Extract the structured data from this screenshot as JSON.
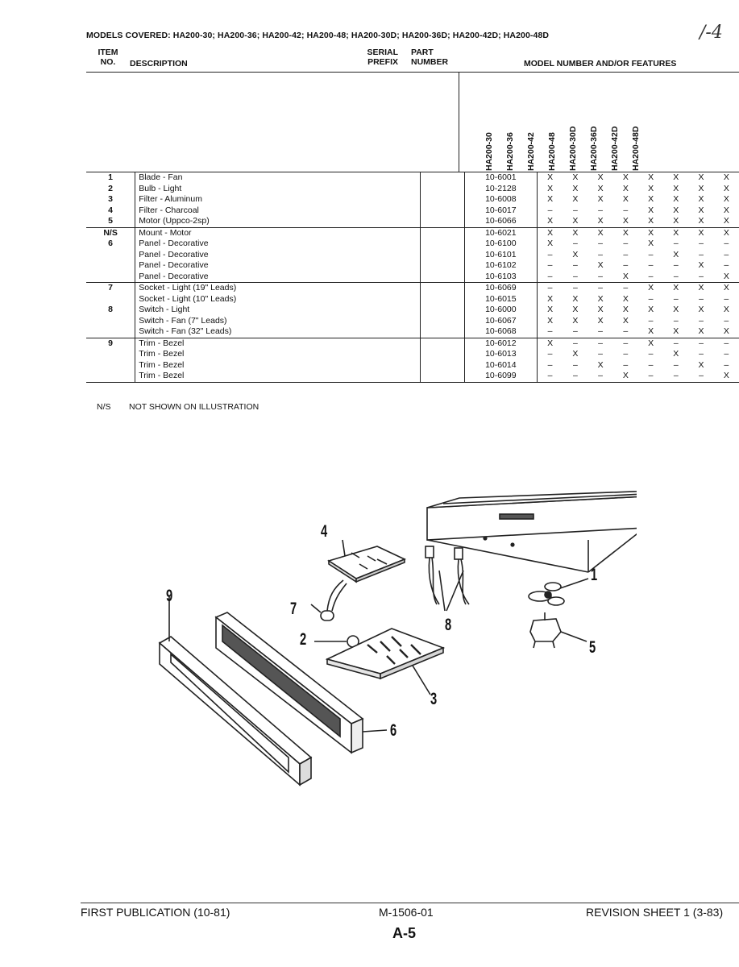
{
  "corner_mark": "/-4",
  "models_covered": "MODELS COVERED: HA200-30; HA200-36; HA200-42; HA200-48; HA200-30D; HA200-36D; HA200-42D; HA200-48D",
  "headers": {
    "item_line1": "ITEM",
    "item_line2": "NO.",
    "description": "DESCRIPTION",
    "serial_line1": "SERIAL",
    "serial_line2": "PREFIX",
    "part_line1": "PART",
    "part_line2": "NUMBER",
    "model": "MODEL NUMBER AND/OR FEATURES"
  },
  "model_columns": [
    "HA200-30",
    "HA200-36",
    "HA200-42",
    "HA200-48",
    "HA200-30D",
    "HA200-36D",
    "HA200-42D",
    "HA200-48D"
  ],
  "groups": [
    [
      {
        "item": "1",
        "desc": "Blade - Fan",
        "part": "10-6001",
        "m": [
          "X",
          "X",
          "X",
          "X",
          "X",
          "X",
          "X",
          "X"
        ]
      },
      {
        "item": "2",
        "desc": "Bulb - Light",
        "part": "10-2128",
        "m": [
          "X",
          "X",
          "X",
          "X",
          "X",
          "X",
          "X",
          "X"
        ]
      },
      {
        "item": "3",
        "desc": "Filter - Aluminum",
        "part": "10-6008",
        "m": [
          "X",
          "X",
          "X",
          "X",
          "X",
          "X",
          "X",
          "X"
        ]
      },
      {
        "item": "4",
        "desc": "Filter - Charcoal",
        "part": "10-6017",
        "m": [
          "–",
          "–",
          "–",
          "–",
          "X",
          "X",
          "X",
          "X"
        ]
      },
      {
        "item": "5",
        "desc": "Motor (Uppco-2sp)",
        "part": "10-6066",
        "m": [
          "X",
          "X",
          "X",
          "X",
          "X",
          "X",
          "X",
          "X"
        ]
      }
    ],
    [
      {
        "item": "N/S",
        "desc": "Mount - Motor",
        "part": "10-6021",
        "m": [
          "X",
          "X",
          "X",
          "X",
          "X",
          "X",
          "X",
          "X"
        ]
      },
      {
        "item": "6",
        "desc": "Panel - Decorative",
        "part": "10-6100",
        "m": [
          "X",
          "–",
          "–",
          "–",
          "X",
          "–",
          "–",
          "–"
        ]
      },
      {
        "item": "",
        "desc": "Panel - Decorative",
        "part": "10-6101",
        "m": [
          "–",
          "X",
          "–",
          "–",
          "–",
          "X",
          "–",
          "–"
        ]
      },
      {
        "item": "",
        "desc": "Panel - Decorative",
        "part": "10-6102",
        "m": [
          "–",
          "–",
          "X",
          "–",
          "–",
          "–",
          "X",
          "–"
        ]
      },
      {
        "item": "",
        "desc": "Panel - Decorative",
        "part": "10-6103",
        "m": [
          "–",
          "–",
          "–",
          "X",
          "–",
          "–",
          "–",
          "X"
        ]
      }
    ],
    [
      {
        "item": "7",
        "desc": "Socket - Light (19\" Leads)",
        "part": "10-6069",
        "m": [
          "–",
          "–",
          "–",
          "–",
          "X",
          "X",
          "X",
          "X"
        ]
      },
      {
        "item": "",
        "desc": "Socket - Light (10\" Leads)",
        "part": "10-6015",
        "m": [
          "X",
          "X",
          "X",
          "X",
          "–",
          "–",
          "–",
          "–"
        ]
      },
      {
        "item": "8",
        "desc": "Switch - Light",
        "part": "10-6000",
        "m": [
          "X",
          "X",
          "X",
          "X",
          "X",
          "X",
          "X",
          "X"
        ]
      },
      {
        "item": "",
        "desc": "Switch - Fan (7\" Leads)",
        "part": "10-6067",
        "m": [
          "X",
          "X",
          "X",
          "X",
          "–",
          "–",
          "–",
          "–"
        ]
      },
      {
        "item": "",
        "desc": "Switch - Fan (32\" Leads)",
        "part": "10-6068",
        "m": [
          "–",
          "–",
          "–",
          "–",
          "X",
          "X",
          "X",
          "X"
        ]
      }
    ],
    [
      {
        "item": "9",
        "desc": "Trim - Bezel",
        "part": "10-6012",
        "m": [
          "X",
          "–",
          "–",
          "–",
          "X",
          "–",
          "–",
          "–"
        ]
      },
      {
        "item": "",
        "desc": "Trim - Bezel",
        "part": "10-6013",
        "m": [
          "–",
          "X",
          "–",
          "–",
          "–",
          "X",
          "–",
          "–"
        ]
      },
      {
        "item": "",
        "desc": "Trim - Bezel",
        "part": "10-6014",
        "m": [
          "–",
          "–",
          "X",
          "–",
          "–",
          "–",
          "X",
          "–"
        ]
      },
      {
        "item": "",
        "desc": "Trim - Bezel",
        "part": "10-6099",
        "m": [
          "–",
          "–",
          "–",
          "X",
          "–",
          "–",
          "–",
          "X"
        ]
      }
    ]
  ],
  "footnote": {
    "tag": "N/S",
    "text": "NOT SHOWN ON ILLUSTRATION"
  },
  "callouts": {
    "c1": "1",
    "c2": "2",
    "c3": "3",
    "c4": "4",
    "c5": "5",
    "c6": "6",
    "c7": "7",
    "c8": "8",
    "c9": "9"
  },
  "footer": {
    "left": "FIRST PUBLICATION (10-81)",
    "middle": "M-1506-01",
    "right": "REVISION SHEET 1 (3-83)",
    "page": "A-5"
  }
}
